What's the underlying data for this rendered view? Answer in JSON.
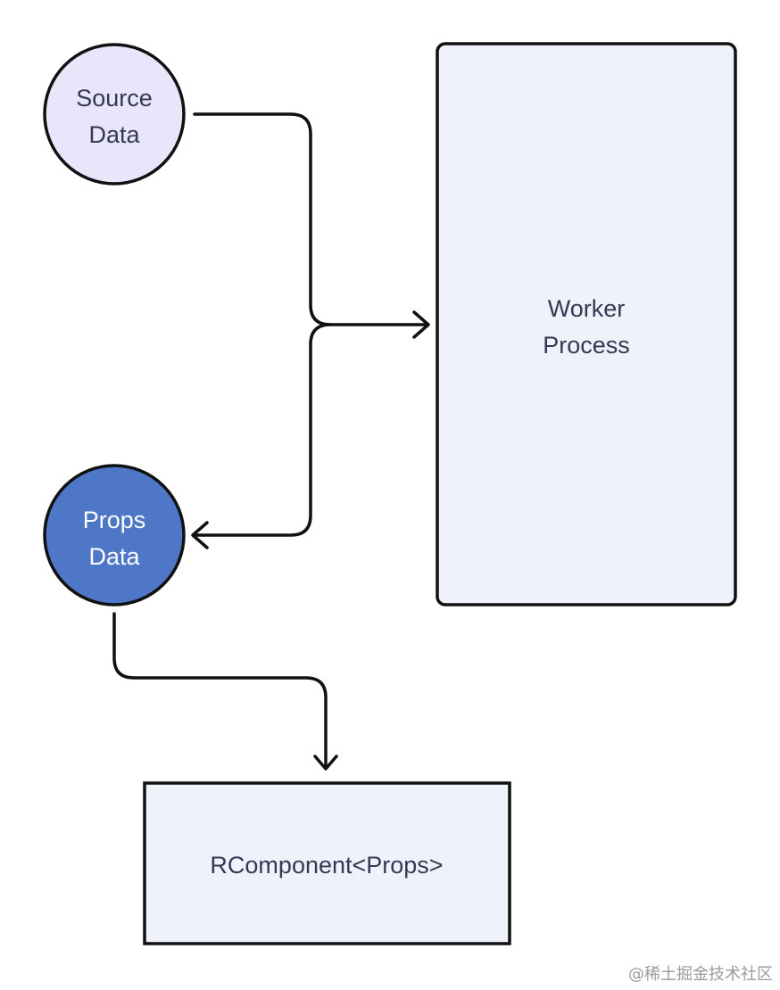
{
  "nodes": {
    "source_data": {
      "line1": "Source",
      "line2": "Data",
      "fill": "#e9e5fb",
      "text_color": "#333a52"
    },
    "worker_process": {
      "line1": "Worker",
      "line2": "Process",
      "fill": "#eff2fb",
      "text_color": "#333a52"
    },
    "props_data": {
      "line1": "Props",
      "line2": "Data",
      "fill": "#4f77c7",
      "text_color": "#ffffff"
    },
    "rcomponent": {
      "label": "RComponent<Props>",
      "fill": "#eff2fb",
      "text_color": "#333a52"
    }
  },
  "colors": {
    "stroke": "#111111"
  },
  "edges": [
    {
      "from": "Source Data",
      "to": "Worker Process"
    },
    {
      "from": "Worker Process",
      "to": "Props Data"
    },
    {
      "from": "Props Data",
      "to": "RComponent<Props>"
    }
  ],
  "watermark": "@稀土掘金技术社区"
}
